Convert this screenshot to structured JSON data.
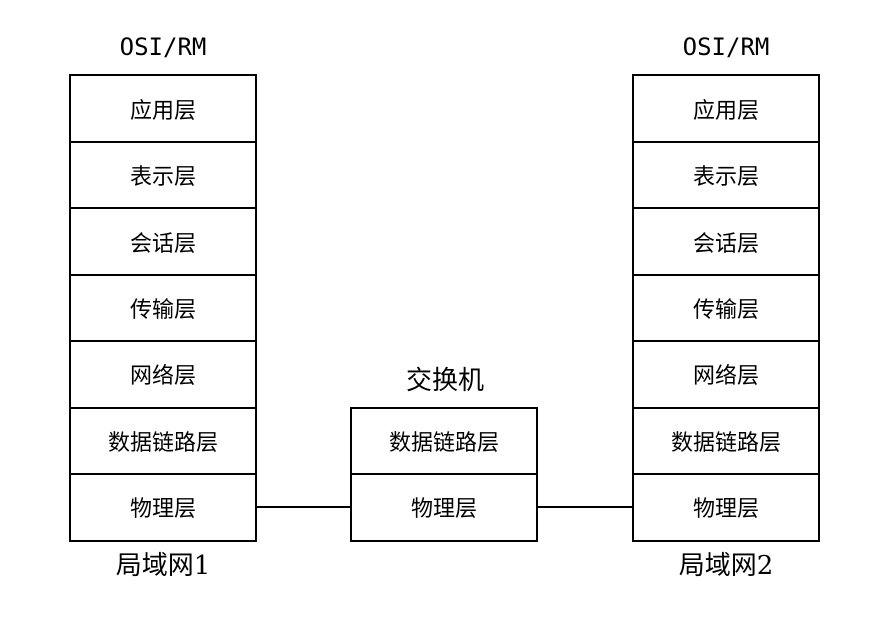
{
  "left_stack": {
    "title": "OSI/RM",
    "caption": "局域网1",
    "layers": [
      "应用层",
      "表示层",
      "会话层",
      "传输层",
      "网络层",
      "数据链路层",
      "物理层"
    ]
  },
  "switch": {
    "title": "交换机",
    "layers": [
      "数据链路层",
      "物理层"
    ]
  },
  "right_stack": {
    "title": "OSI/RM",
    "caption": "局域网2",
    "layers": [
      "应用层",
      "表示层",
      "会话层",
      "传输层",
      "网络层",
      "数据链路层",
      "物理层"
    ]
  }
}
